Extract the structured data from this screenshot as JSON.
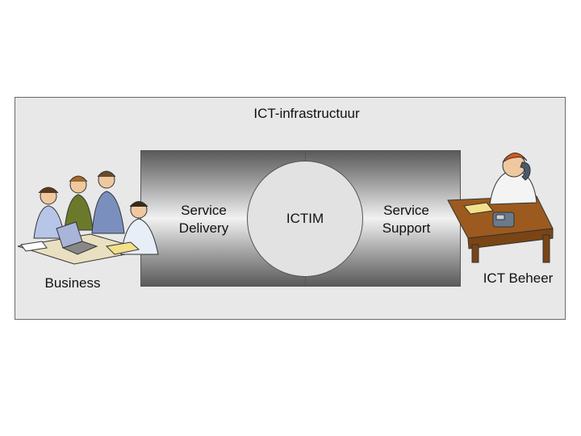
{
  "diagram": {
    "title": "ICT-infrastructuur",
    "left_label": "Service\nDelivery",
    "center_label": "ICTIM",
    "right_label": "Service\nSupport",
    "business_label": "Business",
    "beheer_label": "ICT Beheer"
  }
}
